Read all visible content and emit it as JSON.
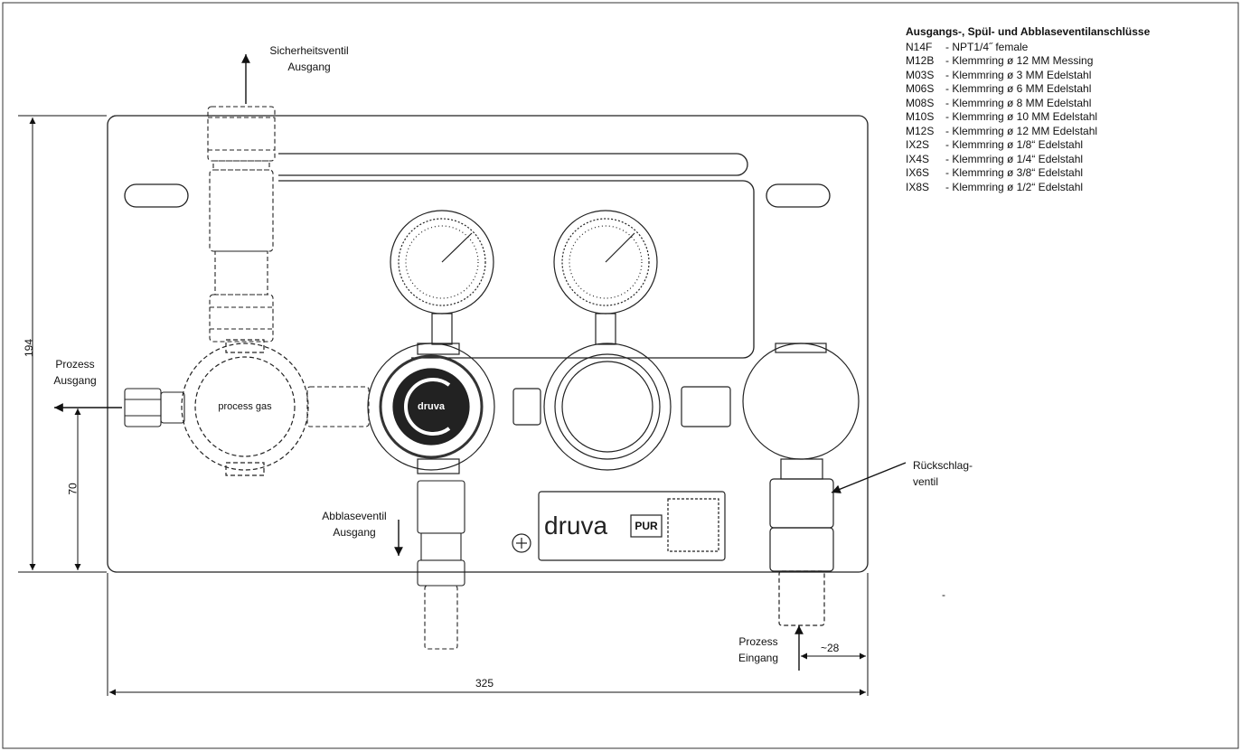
{
  "labels": {
    "safety_valve": [
      "Sicherheitsventil",
      "Ausgang"
    ],
    "process_out": [
      "Prozess",
      "Ausgang"
    ],
    "relief_valve": [
      "Abblaseventil",
      "Ausgang"
    ],
    "check_valve": [
      "Rückschlag-",
      "ventil"
    ],
    "process_in": [
      "Prozess",
      "Eingang"
    ],
    "dash": "-"
  },
  "dimensions": {
    "height_total": "194",
    "height_inlet": "70",
    "width_total": "325",
    "inlet_offset": "~28"
  },
  "device_text": {
    "regulator1": "process gas",
    "regulator2": "druva",
    "plate_brand": "druva",
    "plate_suffix": "PUR"
  },
  "legend": {
    "title": "Ausgangs-, Spül- und Abblaseventilanschlüsse",
    "items": [
      {
        "code": "N14F",
        "desc": "- NPT1/4˝ female"
      },
      {
        "code": "M12B",
        "desc": "- Klemmring ø 12 MM Messing"
      },
      {
        "code": "M03S",
        "desc": "- Klemmring ø 3 MM Edelstahl"
      },
      {
        "code": "M06S",
        "desc": "- Klemmring ø 6 MM Edelstahl"
      },
      {
        "code": "M08S",
        "desc": "- Klemmring ø 8 MM Edelstahl"
      },
      {
        "code": "M10S",
        "desc": "- Klemmring ø 10 MM Edelstahl"
      },
      {
        "code": "M12S",
        "desc": "- Klemmring ø 12 MM Edelstahl"
      },
      {
        "code": "IX2S",
        "desc": "- Klemmring ø 1/8“ Edelstahl"
      },
      {
        "code": "IX4S",
        "desc": "- Klemmring ø 1/4“ Edelstahl"
      },
      {
        "code": "IX6S",
        "desc": "- Klemmring ø 3/8“ Edelstahl"
      },
      {
        "code": "IX8S",
        "desc": "- Klemmring ø 1/2“ Edelstahl"
      }
    ]
  }
}
